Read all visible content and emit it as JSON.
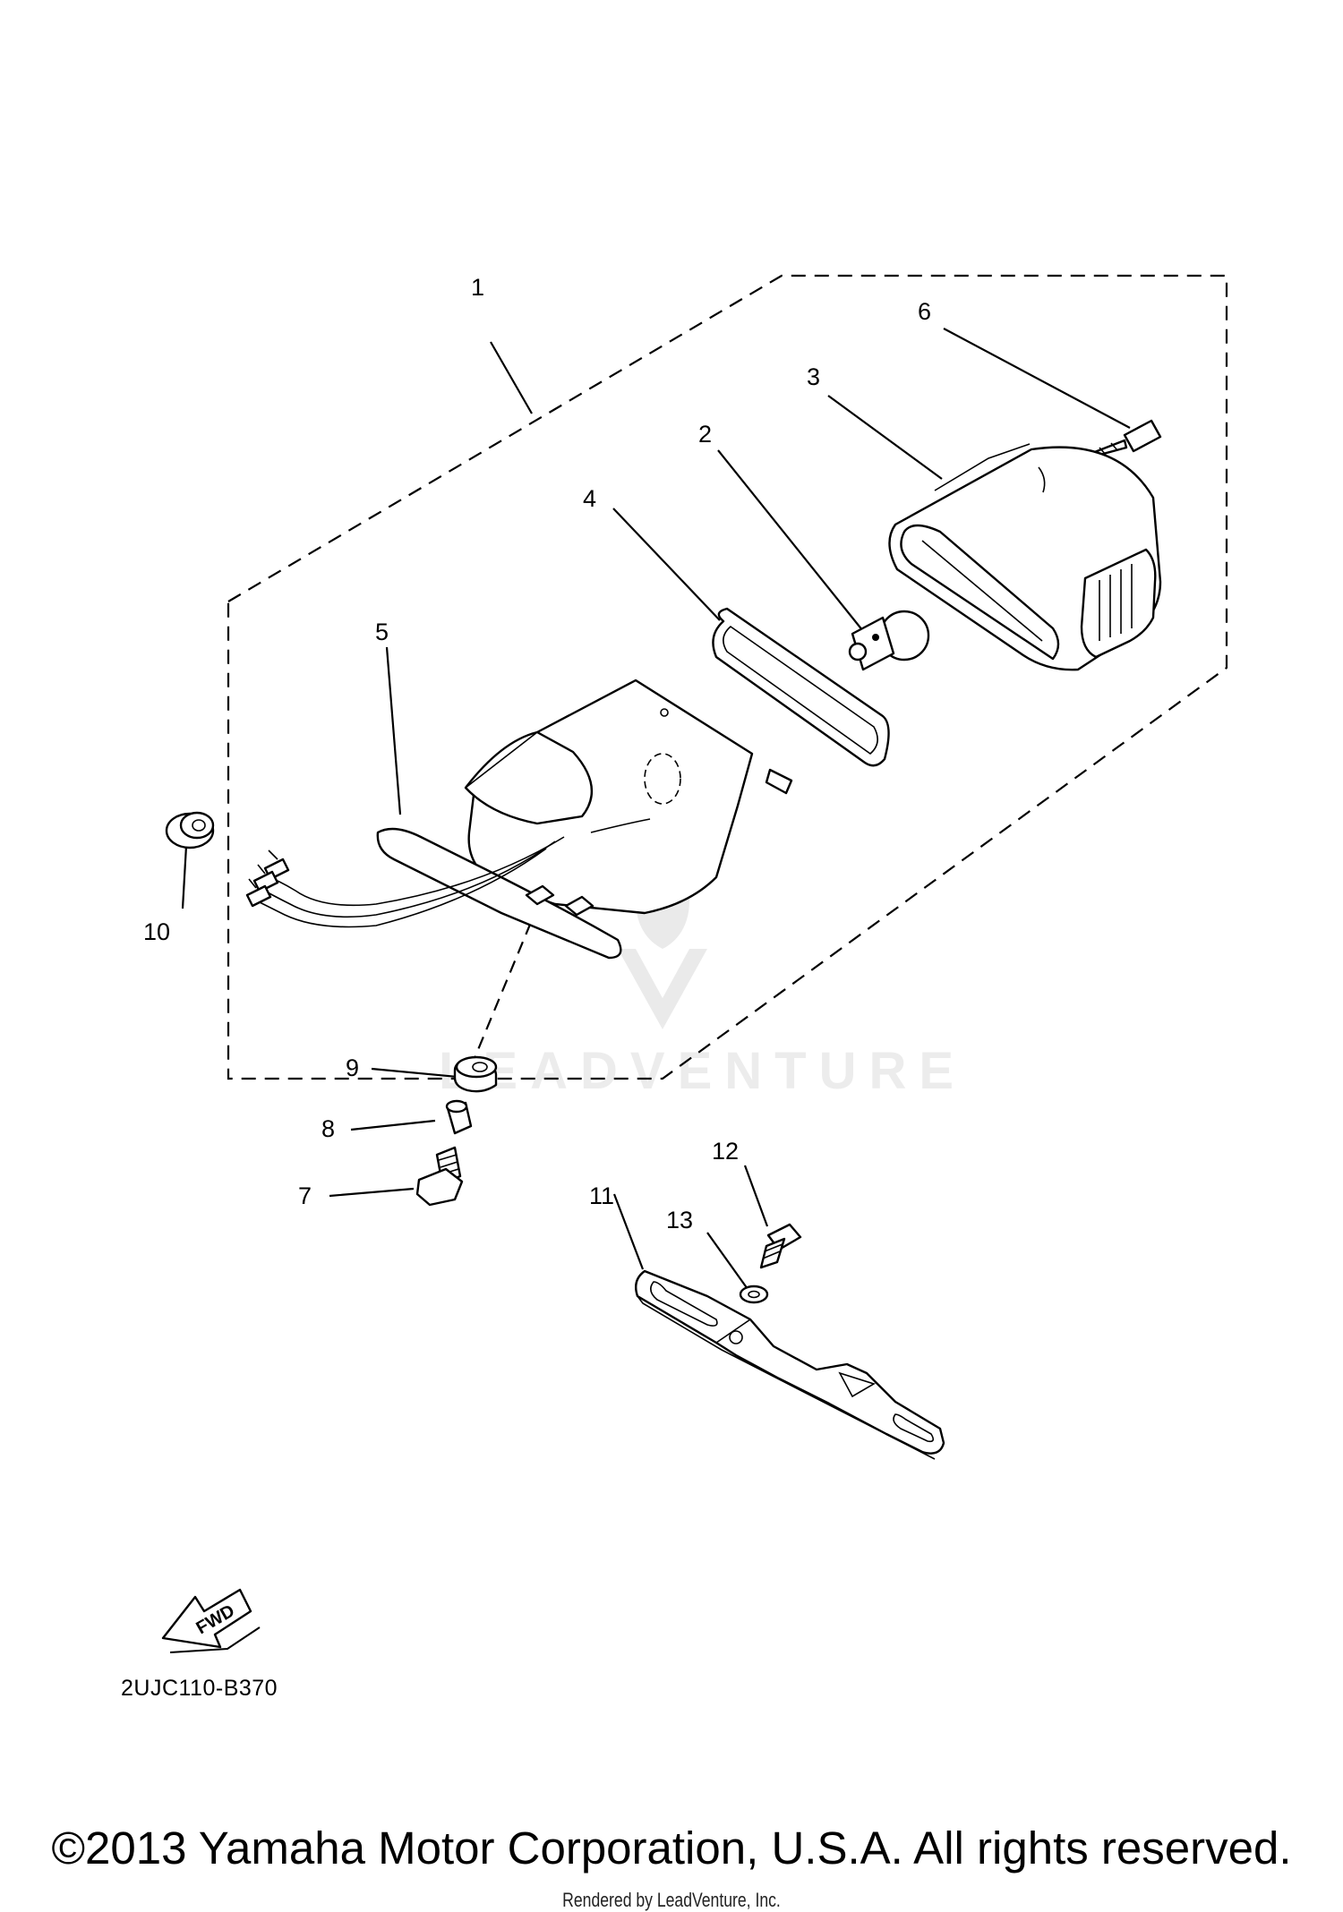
{
  "callouts": {
    "c1": "1",
    "c2": "2",
    "c3": "3",
    "c4": "4",
    "c5": "5",
    "c6": "6",
    "c7": "7",
    "c8": "8",
    "c9": "9",
    "c10": "10",
    "c11": "11",
    "c12": "12",
    "c13": "13"
  },
  "fwd_label": "FWD",
  "diagram_code": "2UJC110-B370",
  "watermark": "LEADVENTURE",
  "copyright": "©2013 Yamaha Motor Corporation, U.S.A. All rights reserved.",
  "rendered_by": "Rendered by LeadVenture, Inc."
}
